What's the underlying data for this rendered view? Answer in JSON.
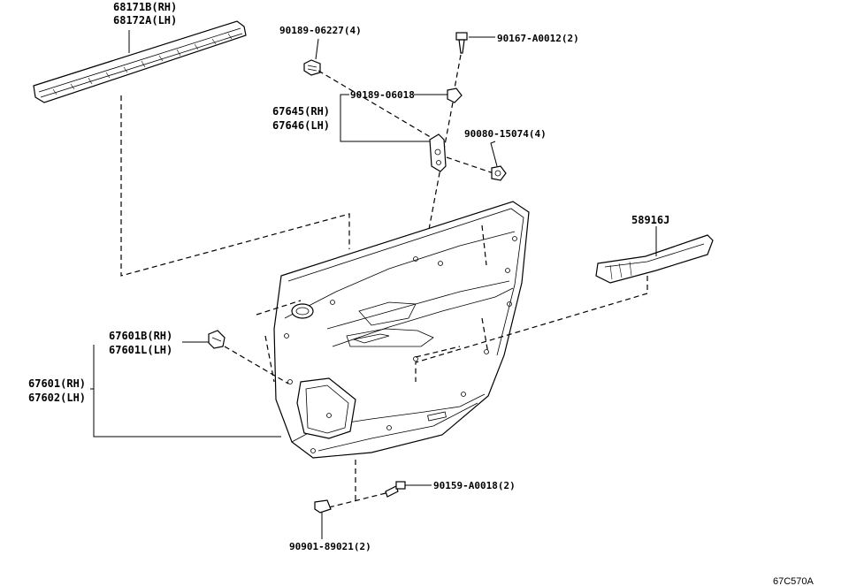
{
  "callouts": {
    "moulding_rh": "68171B(RH)",
    "moulding_lh": "68172A(LH)",
    "clip_06227": "90189-06227(4)",
    "screw_a0012": "90167-A0012(2)",
    "clip_06018": "90189-06018",
    "bracket_rh": "67645(RH)",
    "bracket_lh": "67646(LH)",
    "screw_15074": "90080-15074(4)",
    "trim_58916": "58916J",
    "board_sub_rh": "67601B(RH)",
    "board_sub_lh": "67601L(LH)",
    "board_rh": "67601(RH)",
    "board_lh": "67602(LH)",
    "screw_a0018": "90159-A0018(2)",
    "clip_89021": "90901-89021(2)"
  },
  "figure_code": "67C570A",
  "colors": {
    "ink": "#000000",
    "paper": "#ffffff"
  }
}
